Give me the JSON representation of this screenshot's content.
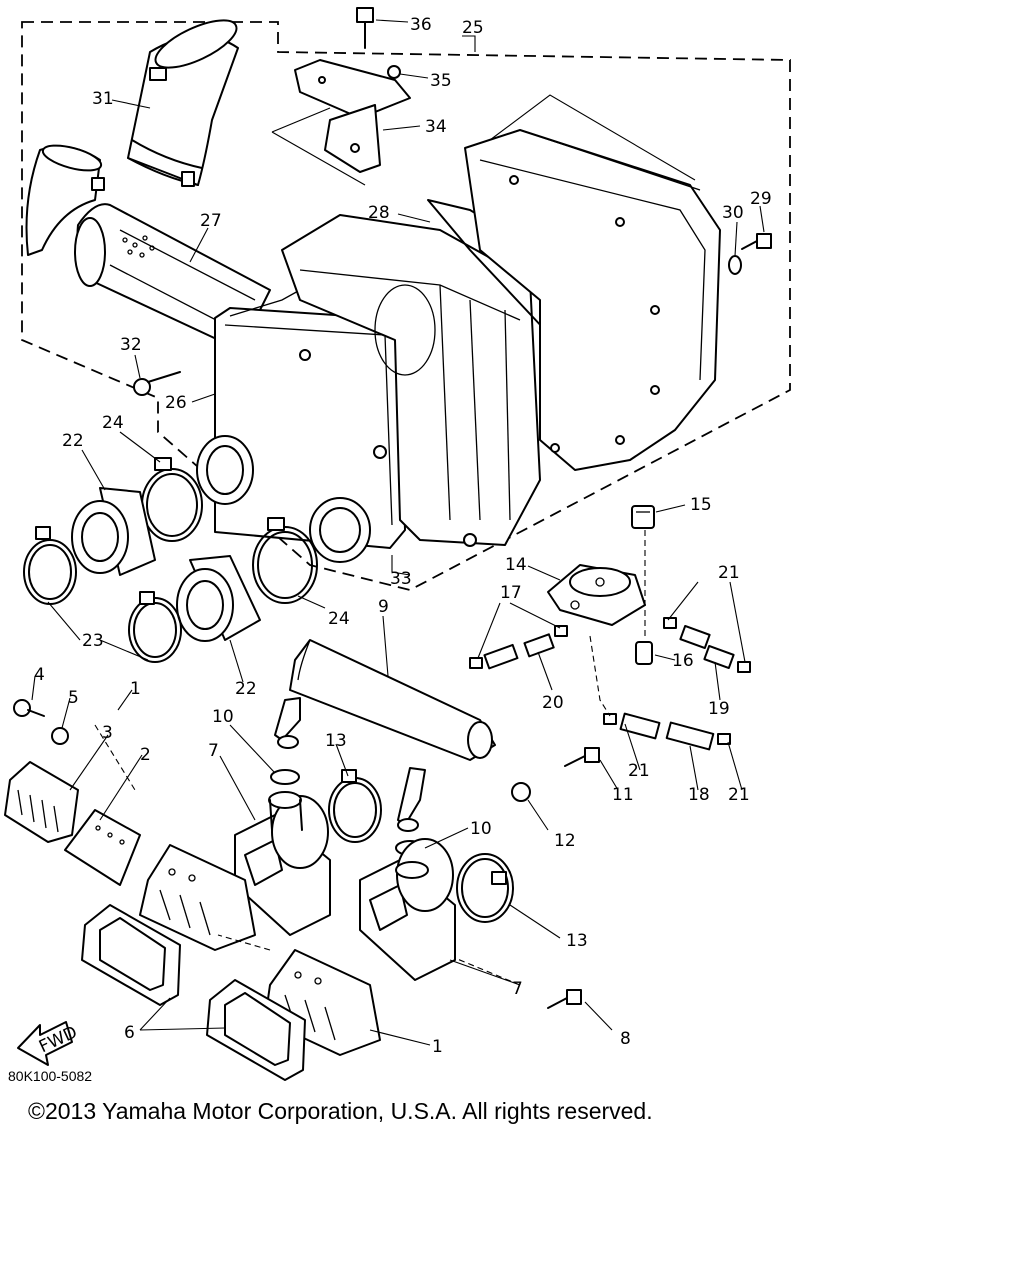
{
  "diagram": {
    "drawing_code": "80K100-5082",
    "fwd_label": "FWD",
    "copyright": "©2013 Yamaha Motor Corporation, U.S.A. All rights reserved.",
    "callouts": [
      {
        "id": "c36",
        "label": "36"
      },
      {
        "id": "c25",
        "label": "25"
      },
      {
        "id": "c35",
        "label": "35"
      },
      {
        "id": "c34",
        "label": "34"
      },
      {
        "id": "c31",
        "label": "31"
      },
      {
        "id": "c27",
        "label": "27"
      },
      {
        "id": "c28",
        "label": "28"
      },
      {
        "id": "c30",
        "label": "30"
      },
      {
        "id": "c29",
        "label": "29"
      },
      {
        "id": "c32",
        "label": "32"
      },
      {
        "id": "c26",
        "label": "26"
      },
      {
        "id": "c24a",
        "label": "24"
      },
      {
        "id": "c22a",
        "label": "22"
      },
      {
        "id": "c15",
        "label": "15"
      },
      {
        "id": "c14",
        "label": "14"
      },
      {
        "id": "c33",
        "label": "33"
      },
      {
        "id": "c21a",
        "label": "21"
      },
      {
        "id": "c17",
        "label": "17"
      },
      {
        "id": "c9",
        "label": "9"
      },
      {
        "id": "c24b",
        "label": "24"
      },
      {
        "id": "c23",
        "label": "23"
      },
      {
        "id": "c16",
        "label": "16"
      },
      {
        "id": "c20",
        "label": "20"
      },
      {
        "id": "c19",
        "label": "19"
      },
      {
        "id": "c22b",
        "label": "22"
      },
      {
        "id": "c4",
        "label": "4"
      },
      {
        "id": "c1a",
        "label": "1"
      },
      {
        "id": "c5",
        "label": "5"
      },
      {
        "id": "c10a",
        "label": "10"
      },
      {
        "id": "c3",
        "label": "3"
      },
      {
        "id": "c2",
        "label": "2"
      },
      {
        "id": "c13a",
        "label": "13"
      },
      {
        "id": "c7a",
        "label": "7"
      },
      {
        "id": "c21b",
        "label": "21"
      },
      {
        "id": "c11",
        "label": "11"
      },
      {
        "id": "c18",
        "label": "18"
      },
      {
        "id": "c21c",
        "label": "21"
      },
      {
        "id": "c12",
        "label": "12"
      },
      {
        "id": "c10b",
        "label": "10"
      },
      {
        "id": "c13b",
        "label": "13"
      },
      {
        "id": "c7b",
        "label": "7"
      },
      {
        "id": "c8",
        "label": "8"
      },
      {
        "id": "c6",
        "label": "6"
      },
      {
        "id": "c1b",
        "label": "1"
      }
    ]
  }
}
